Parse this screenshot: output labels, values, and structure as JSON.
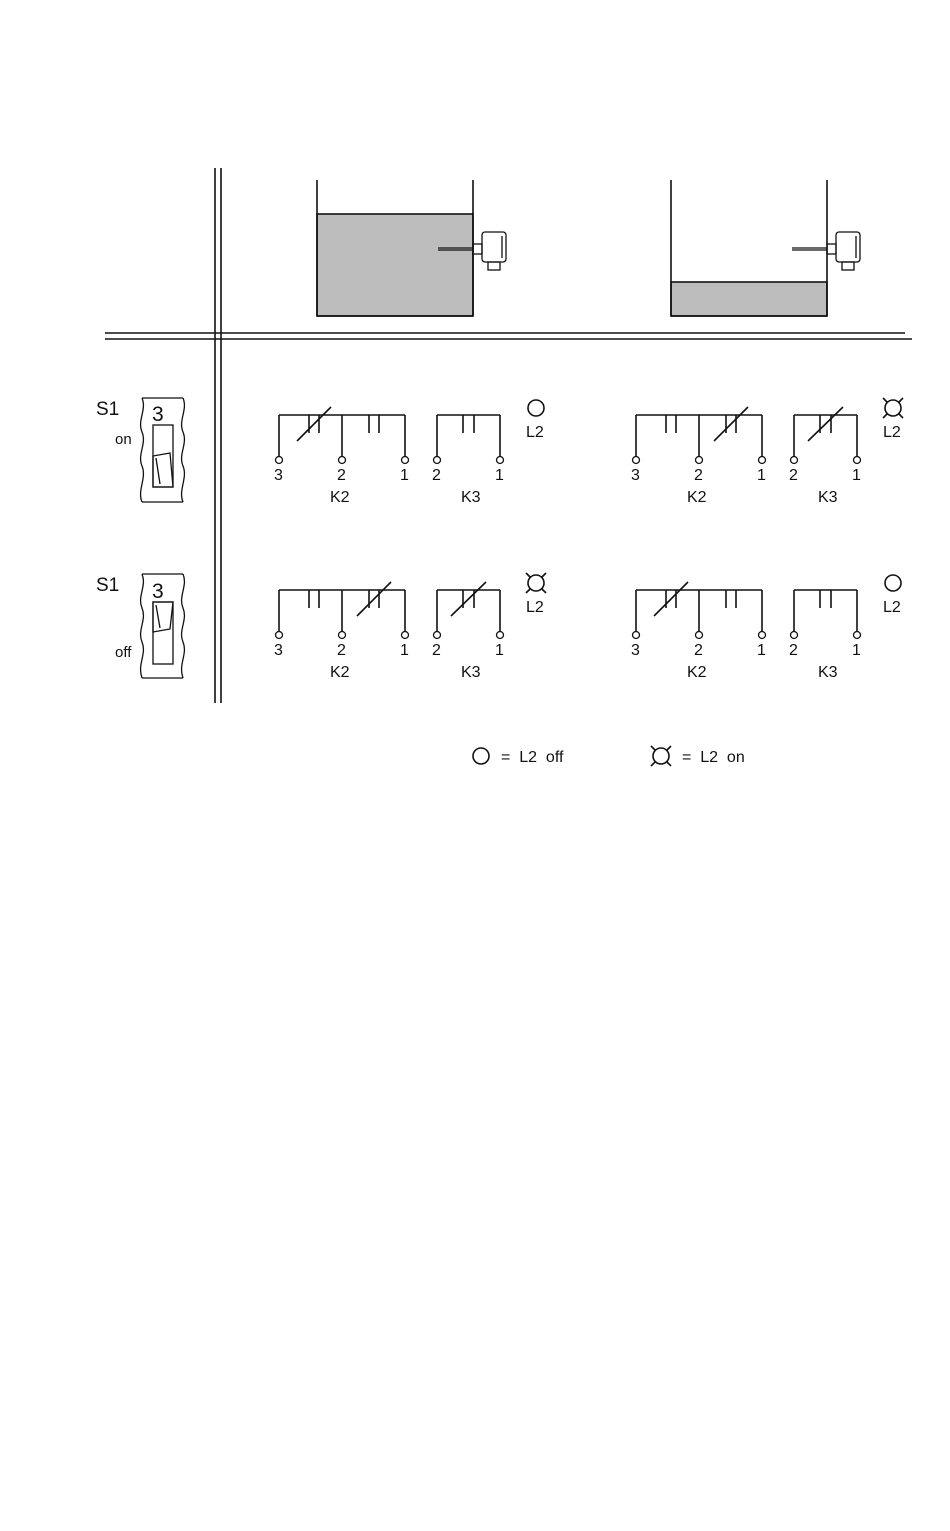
{
  "switches": [
    {
      "name": "S1",
      "number": "3",
      "state": "on"
    },
    {
      "name": "S1",
      "number": "3",
      "state": "off"
    }
  ],
  "tanks": [
    {
      "level": "high",
      "fill_fraction": 0.77
    },
    {
      "level": "low",
      "fill_fraction": 0.25
    }
  ],
  "relays": [
    {
      "row": "on",
      "column": "high",
      "k2_terminals": [
        "3",
        "2",
        "1"
      ],
      "k2_label": "K2",
      "k3_terminals": [
        "2",
        "1"
      ],
      "k3_label": "K3",
      "lamp_label": "L2",
      "lamp": "off"
    },
    {
      "row": "on",
      "column": "low",
      "k2_terminals": [
        "3",
        "2",
        "1"
      ],
      "k2_label": "K2",
      "k3_terminals": [
        "2",
        "1"
      ],
      "k3_label": "K3",
      "lamp_label": "L2",
      "lamp": "on"
    },
    {
      "row": "off",
      "column": "high",
      "k2_terminals": [
        "3",
        "2",
        "1"
      ],
      "k2_label": "K2",
      "k3_terminals": [
        "2",
        "1"
      ],
      "k3_label": "K3",
      "lamp_label": "L2",
      "lamp": "on"
    },
    {
      "row": "off",
      "column": "low",
      "k2_terminals": [
        "3",
        "2",
        "1"
      ],
      "k2_label": "K2",
      "k3_terminals": [
        "2",
        "1"
      ],
      "k3_label": "K3",
      "lamp_label": "L2",
      "lamp": "off"
    }
  ],
  "legend": {
    "off_text": "=  L2  off",
    "on_text": "=  L2  on"
  }
}
